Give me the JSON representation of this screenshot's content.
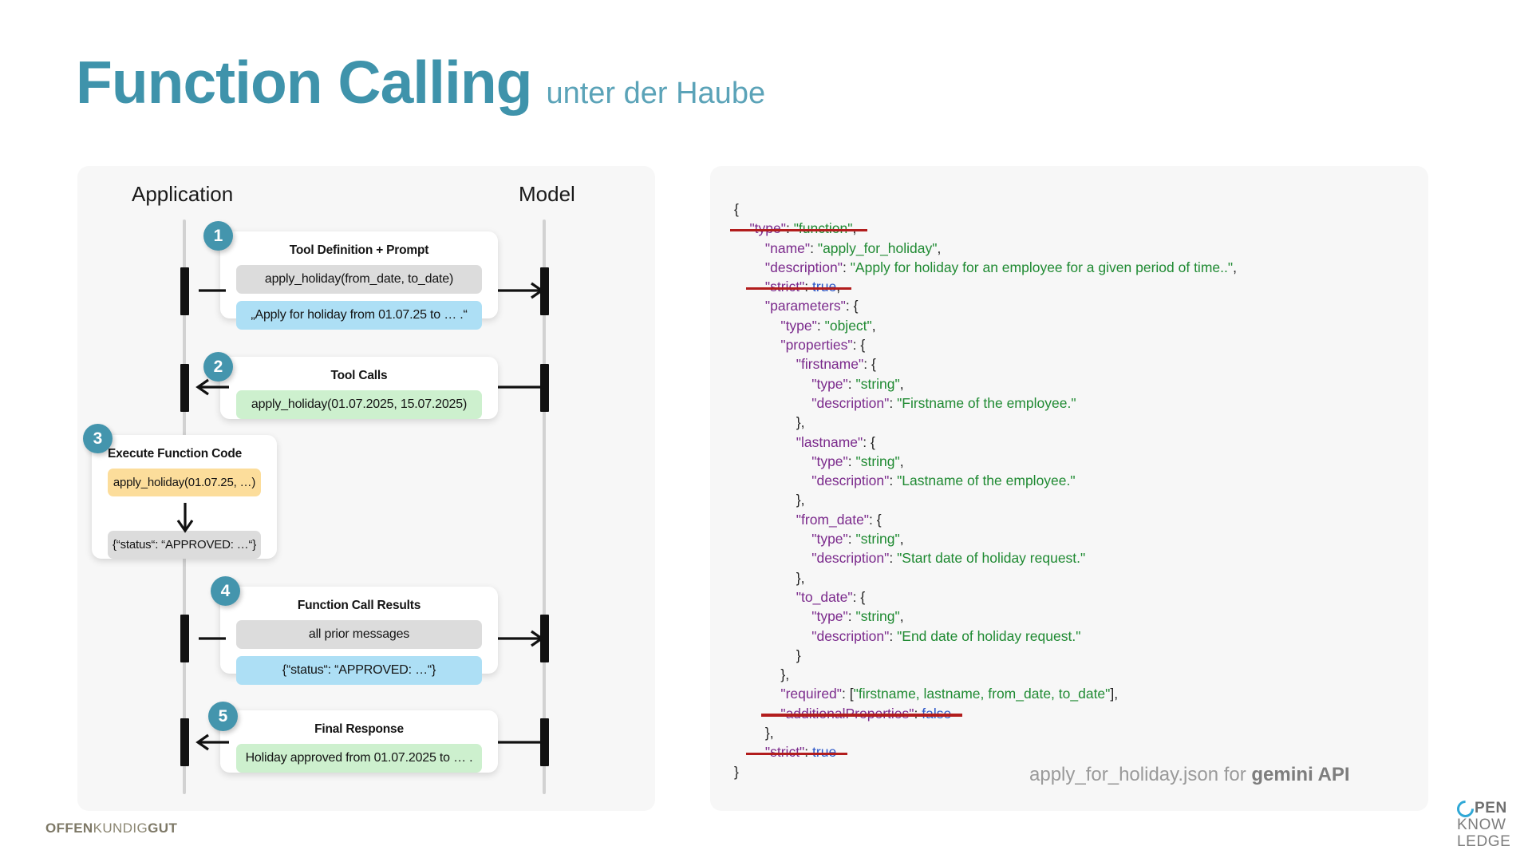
{
  "title": {
    "main": "Function Calling",
    "subtitle": "unter der Haube",
    "accent_color": "#3f93ab"
  },
  "diagram": {
    "lanes": {
      "left": "Application",
      "right": "Model"
    },
    "steps": [
      {
        "number": "1",
        "title": "Tool Definition + Prompt",
        "chips": [
          {
            "text": "apply_holiday(from_date, to_date)",
            "color": "#dcdcdc"
          },
          {
            "text": "„Apply for holiday from 01.07.25 to … .“",
            "color": "#addff5"
          }
        ],
        "arrow": "right"
      },
      {
        "number": "2",
        "title": "Tool Calls",
        "chips": [
          {
            "text": "apply_holiday(01.07.2025, 15.07.2025)",
            "color": "#cdf0ce"
          }
        ],
        "arrow": "left"
      },
      {
        "number": "3",
        "title": "Execute Function Code",
        "chips": [
          {
            "text": "apply_holiday(01.07.25, …)",
            "color": "#fcdd9b"
          },
          {
            "text": "{“status“: “APPROVED: …“}",
            "color": "#dcdcdc"
          }
        ],
        "arrow": "down"
      },
      {
        "number": "4",
        "title": "Function Call Results",
        "chips": [
          {
            "text": "all prior messages",
            "color": "#dcdcdc"
          },
          {
            "text": "{“status“: “APPROVED: …“}",
            "color": "#addff5"
          }
        ],
        "arrow": "right"
      },
      {
        "number": "5",
        "title": "Final Response",
        "chips": [
          {
            "text": "Holiday approved from 01.07.2025 to … .",
            "color": "#cdf0ce"
          }
        ],
        "arrow": "left"
      }
    ],
    "badge_color": "#4495ad"
  },
  "code": {
    "caption_plain": "apply_for_holiday.json for ",
    "caption_bold": "gemini API",
    "key_color": "#7b2a8c",
    "string_color": "#1f8a32",
    "strike_color": "#b21d1d",
    "lines": [
      {
        "indent": 0,
        "text": "{",
        "struck": false
      },
      {
        "indent": 1,
        "text": "\"type\": \"function\",",
        "struck": true
      },
      {
        "indent": 2,
        "text": "\"name\": \"apply_for_holiday\",",
        "struck": false
      },
      {
        "indent": 2,
        "text": "\"description\": \"Apply for holiday for an employee for a given period of time..\",",
        "struck": false
      },
      {
        "indent": 2,
        "text": "\"strict\": true,",
        "struck": true
      },
      {
        "indent": 2,
        "text": "\"parameters\": {",
        "struck": false
      },
      {
        "indent": 3,
        "text": "\"type\": \"object\",",
        "struck": false
      },
      {
        "indent": 3,
        "text": "\"properties\": {",
        "struck": false
      },
      {
        "indent": 4,
        "text": "\"firstname\": {",
        "struck": false
      },
      {
        "indent": 5,
        "text": "\"type\": \"string\",",
        "struck": false
      },
      {
        "indent": 5,
        "text": "\"description\": \"Firstname of the employee.\"",
        "struck": false
      },
      {
        "indent": 4,
        "text": "},",
        "struck": false
      },
      {
        "indent": 4,
        "text": "\"lastname\": {",
        "struck": false
      },
      {
        "indent": 5,
        "text": "\"type\": \"string\",",
        "struck": false
      },
      {
        "indent": 5,
        "text": "\"description\": \"Lastname of the employee.\"",
        "struck": false
      },
      {
        "indent": 4,
        "text": "},",
        "struck": false
      },
      {
        "indent": 4,
        "text": "\"from_date\": {",
        "struck": false
      },
      {
        "indent": 5,
        "text": "\"type\": \"string\",",
        "struck": false
      },
      {
        "indent": 5,
        "text": "\"description\": \"Start date of holiday request.\"",
        "struck": false
      },
      {
        "indent": 4,
        "text": "},",
        "struck": false
      },
      {
        "indent": 4,
        "text": "\"to_date\": {",
        "struck": false
      },
      {
        "indent": 5,
        "text": "\"type\": \"string\",",
        "struck": false
      },
      {
        "indent": 5,
        "text": "\"description\": \"End date of holiday request.\"",
        "struck": false
      },
      {
        "indent": 4,
        "text": "}",
        "struck": false
      },
      {
        "indent": 3,
        "text": "},",
        "struck": false
      },
      {
        "indent": 3,
        "text": "\"required\": [\"firstname, lastname, from_date, to_date\"],",
        "struck": false
      },
      {
        "indent": 3,
        "text": "\"additionalProperties\": false",
        "struck": true
      },
      {
        "indent": 2,
        "text": "},",
        "struck": false
      },
      {
        "indent": 2,
        "text": "\"strict\": true",
        "struck": true
      },
      {
        "indent": 0,
        "text": "}",
        "struck": false
      }
    ]
  },
  "footer": {
    "left_logo_part1": "OFFEN",
    "left_logo_part2": "KUNDIG",
    "left_logo_part3": "GUT",
    "right_logo_line1a": "PEN",
    "right_logo_line2": "KNOW",
    "right_logo_line3": "LEDGE"
  }
}
